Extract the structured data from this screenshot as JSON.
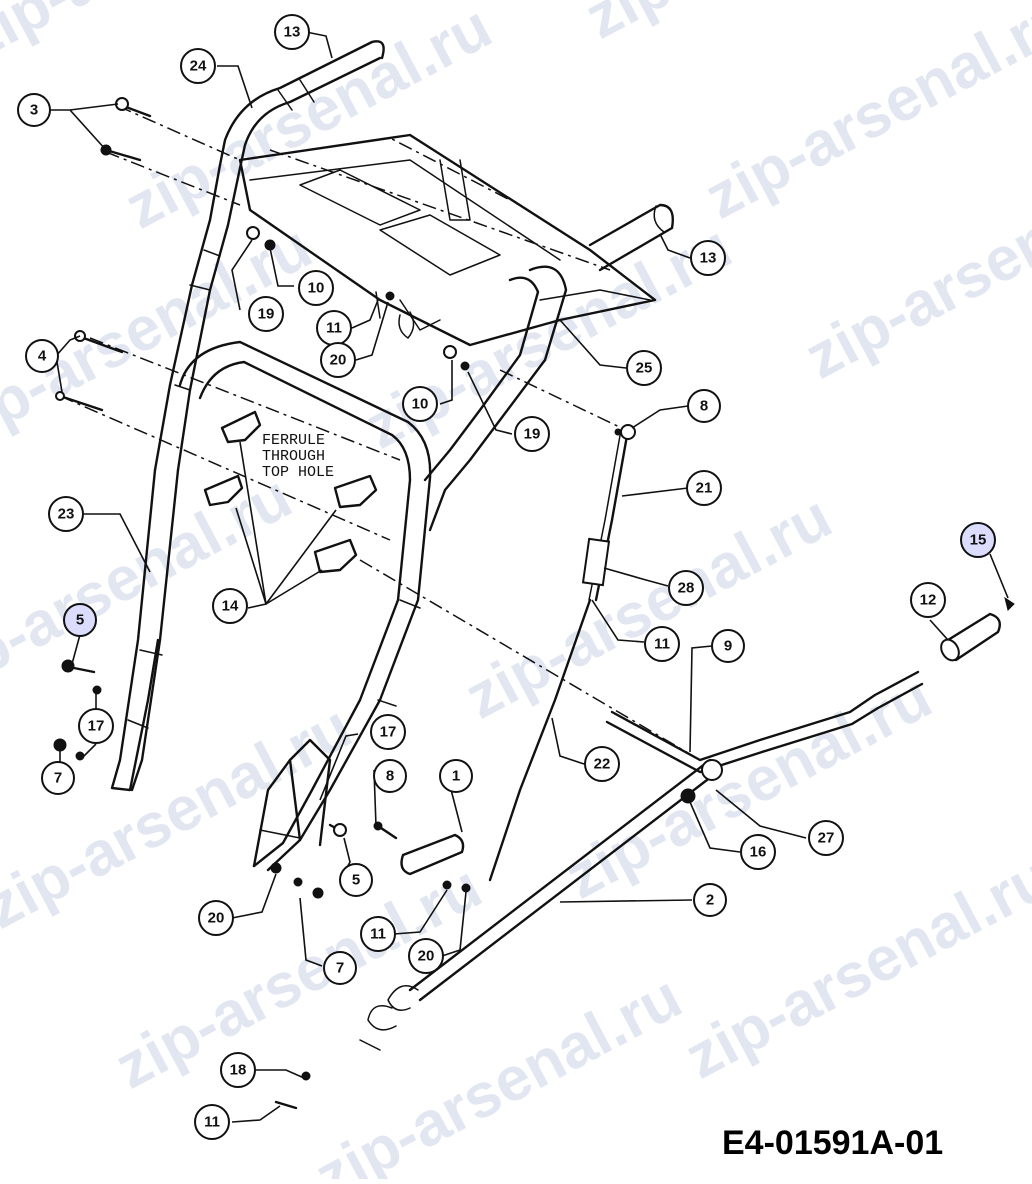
{
  "watermark": "zip-arsenal.ru",
  "note": {
    "line1": "FERRULE",
    "line2": "THROUGH",
    "line3": "TOP HOLE"
  },
  "diagram_code": "E4-01591A-01",
  "callouts": [
    {
      "id": "c13a",
      "label": "13",
      "highlight": false
    },
    {
      "id": "c24",
      "label": "24",
      "highlight": false
    },
    {
      "id": "c3",
      "label": "3",
      "highlight": false
    },
    {
      "id": "c13b",
      "label": "13",
      "highlight": false
    },
    {
      "id": "c10a",
      "label": "10",
      "highlight": false
    },
    {
      "id": "c19a",
      "label": "19",
      "highlight": false
    },
    {
      "id": "c11a",
      "label": "11",
      "highlight": false
    },
    {
      "id": "c20a",
      "label": "20",
      "highlight": false
    },
    {
      "id": "c25",
      "label": "25",
      "highlight": false
    },
    {
      "id": "c4",
      "label": "4",
      "highlight": false
    },
    {
      "id": "c10b",
      "label": "10",
      "highlight": false
    },
    {
      "id": "c19b",
      "label": "19",
      "highlight": false
    },
    {
      "id": "c8a",
      "label": "8",
      "highlight": false
    },
    {
      "id": "c21",
      "label": "21",
      "highlight": false
    },
    {
      "id": "c23",
      "label": "23",
      "highlight": false
    },
    {
      "id": "c15",
      "label": "15",
      "highlight": true
    },
    {
      "id": "c28",
      "label": "28",
      "highlight": false
    },
    {
      "id": "c12",
      "label": "12",
      "highlight": false
    },
    {
      "id": "c14",
      "label": "14",
      "highlight": false
    },
    {
      "id": "c11b",
      "label": "11",
      "highlight": false
    },
    {
      "id": "c9",
      "label": "9",
      "highlight": false
    },
    {
      "id": "c5a",
      "label": "5",
      "highlight": true
    },
    {
      "id": "c17a",
      "label": "17",
      "highlight": false
    },
    {
      "id": "c22",
      "label": "22",
      "highlight": false
    },
    {
      "id": "c17b",
      "label": "17",
      "highlight": false
    },
    {
      "id": "c8b",
      "label": "8",
      "highlight": false
    },
    {
      "id": "c1",
      "label": "1",
      "highlight": false
    },
    {
      "id": "c7a",
      "label": "7",
      "highlight": false
    },
    {
      "id": "c27",
      "label": "27",
      "highlight": false
    },
    {
      "id": "c16",
      "label": "16",
      "highlight": false
    },
    {
      "id": "c5b",
      "label": "5",
      "highlight": false
    },
    {
      "id": "c2",
      "label": "2",
      "highlight": false
    },
    {
      "id": "c20b",
      "label": "20",
      "highlight": false
    },
    {
      "id": "c11c",
      "label": "11",
      "highlight": false
    },
    {
      "id": "c20c",
      "label": "20",
      "highlight": false
    },
    {
      "id": "c7b",
      "label": "7",
      "highlight": false
    },
    {
      "id": "c18",
      "label": "18",
      "highlight": false
    },
    {
      "id": "c11d",
      "label": "11",
      "highlight": false
    }
  ]
}
